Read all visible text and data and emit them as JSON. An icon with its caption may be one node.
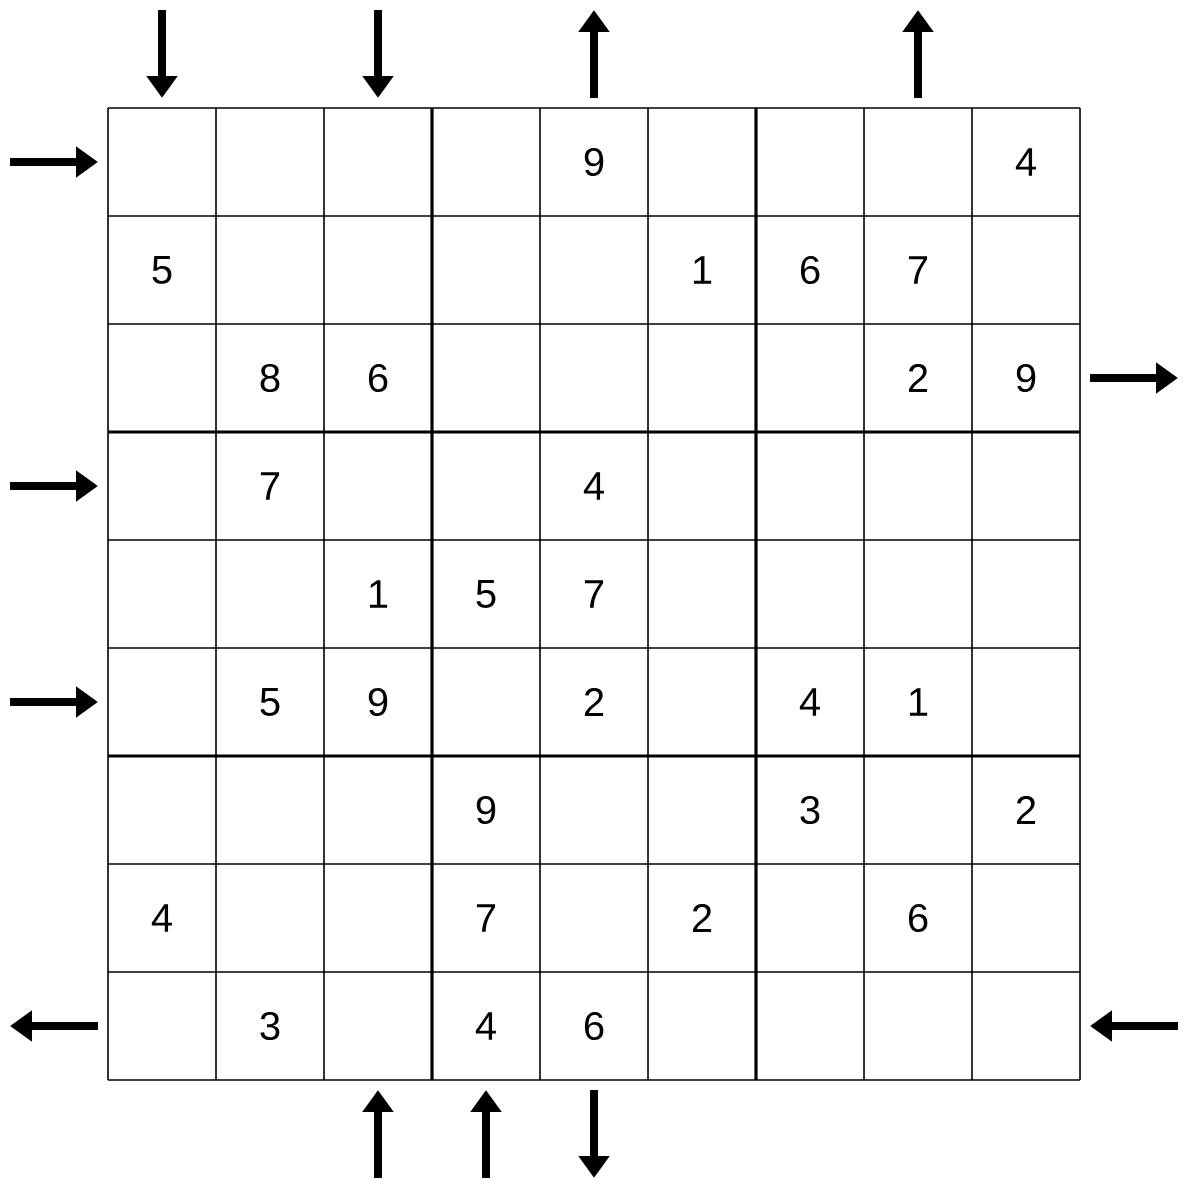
{
  "diagram": {
    "labels": [
      "9",
      "4",
      "5",
      "1",
      "6",
      "7",
      "8",
      "6",
      "2",
      "9",
      "7",
      "4",
      "1",
      "5",
      "7",
      "5",
      "9",
      "2",
      "4",
      "1",
      "9",
      "3",
      "2",
      "4",
      "7",
      "2",
      "6",
      "3",
      "4",
      "6"
    ]
  }
}
